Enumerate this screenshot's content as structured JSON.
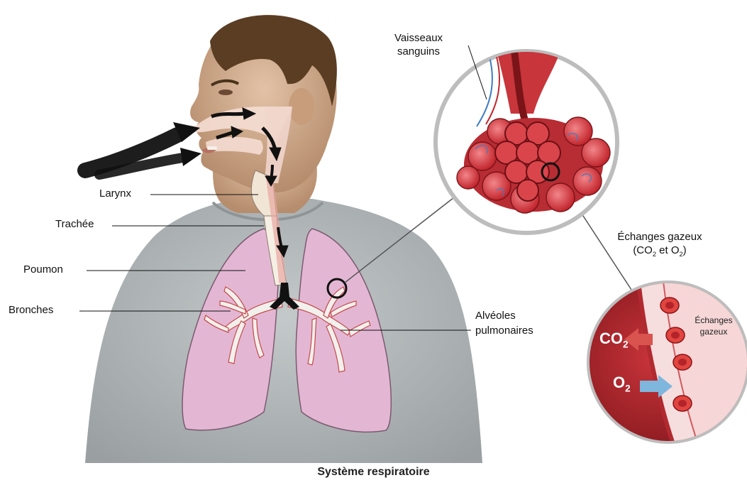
{
  "labels": {
    "larynx": "Larynx",
    "trachee": "Trachée",
    "poumon": "Poumon",
    "bronches": "Bronches",
    "vaisseaux": [
      "Vaisseaux",
      "sanguins"
    ],
    "echanges_title": "Échanges gazeux",
    "echanges_formula": [
      "(CO",
      "2",
      " et O",
      "2",
      ")"
    ],
    "alveoles": [
      "Alvéoles",
      "pulmonaires"
    ],
    "inset_echanges": [
      "Échanges",
      "gazeux"
    ],
    "co2": [
      "CO",
      "2"
    ],
    "o2": [
      "O",
      "2"
    ]
  },
  "caption": "Système respiratoire",
  "colors": {
    "skin": "#d9b89a",
    "hair": "#5a3d22",
    "shirt": "#b7bcbd",
    "lung": "#e3b7d3",
    "bronchi": "#f2f0ec",
    "airway": "#f0d8d0",
    "alveoli": "#c8353b",
    "blood": "#9e1f24",
    "o2_arrow": "#7fb6de",
    "co2_arrow": "#d9534f"
  }
}
